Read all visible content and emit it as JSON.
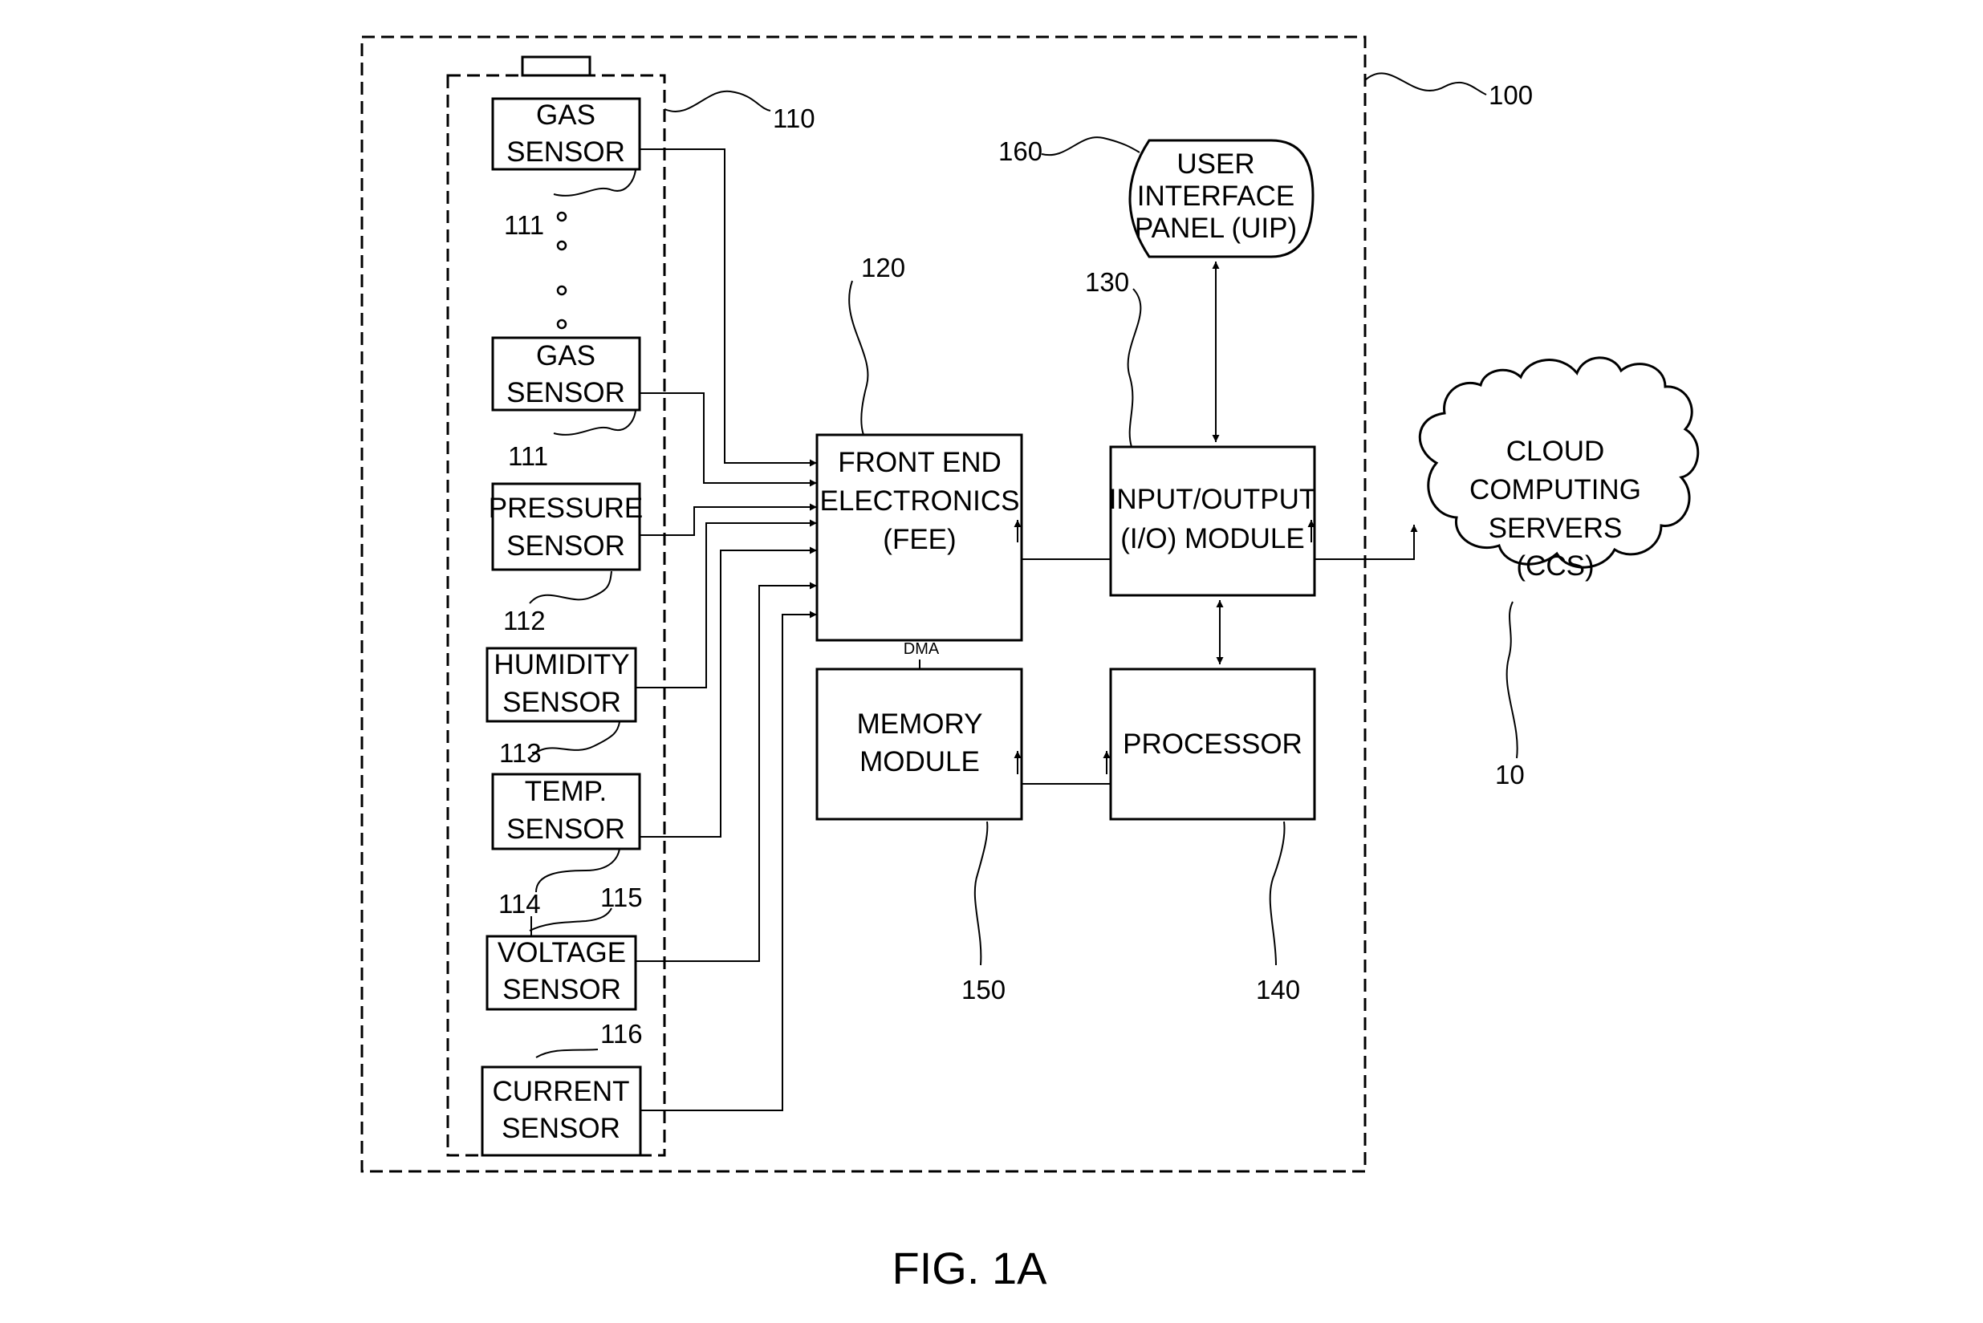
{
  "figure": {
    "caption": "FIG. 1A"
  },
  "refs": {
    "system": "100",
    "sensor_array": "110",
    "fee": "120",
    "io": "130",
    "processor": "140",
    "memory": "150",
    "uip": "160",
    "ccs": "10",
    "gas_1": "111",
    "gas_2": "111",
    "pressure": "112",
    "humidity": "113",
    "temp": "114",
    "voltage": "115",
    "current": "116"
  },
  "sensors": {
    "gas_1": [
      "GAS",
      "SENSOR"
    ],
    "gas_2": [
      "GAS",
      "SENSOR"
    ],
    "pressure": [
      "PRESSURE",
      "SENSOR"
    ],
    "humidity": [
      "HUMIDITY",
      "SENSOR"
    ],
    "temp": [
      "TEMP.",
      "SENSOR"
    ],
    "voltage": [
      "VOLTAGE",
      "SENSOR"
    ],
    "current": [
      "CURRENT",
      "SENSOR"
    ]
  },
  "blocks": {
    "fee": [
      "FRONT END",
      "ELECTRONICS",
      "(FEE)"
    ],
    "io": [
      "INPUT/OUTPUT",
      "(I/O) MODULE"
    ],
    "memory": [
      "MEMORY",
      "MODULE"
    ],
    "processor": [
      "PROCESSOR"
    ],
    "uip": [
      "USER",
      "INTERFACE",
      "PANEL (UIP)"
    ],
    "ccs": [
      "CLOUD",
      "COMPUTING",
      "SERVERS",
      "(CCS)"
    ],
    "dma": "DMA"
  }
}
